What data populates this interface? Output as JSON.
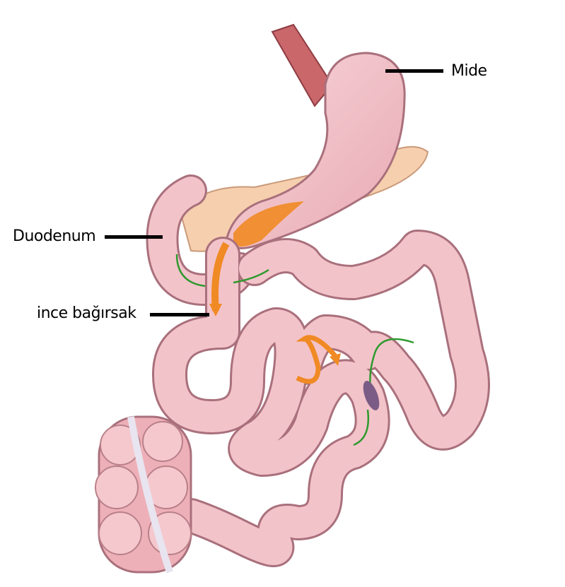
{
  "labels": {
    "stomach": "Mide",
    "duodenum": "Duodenum",
    "small_intestine": "ince bağırsak"
  },
  "colors": {
    "tissue": "#f3c3ca",
    "tissue_outline": "#a9707c",
    "food_path": "#f08a24",
    "enzyme_path": "#2e9a2e",
    "pancreas": "#f6cfae",
    "esophagus": "#c9676b"
  }
}
